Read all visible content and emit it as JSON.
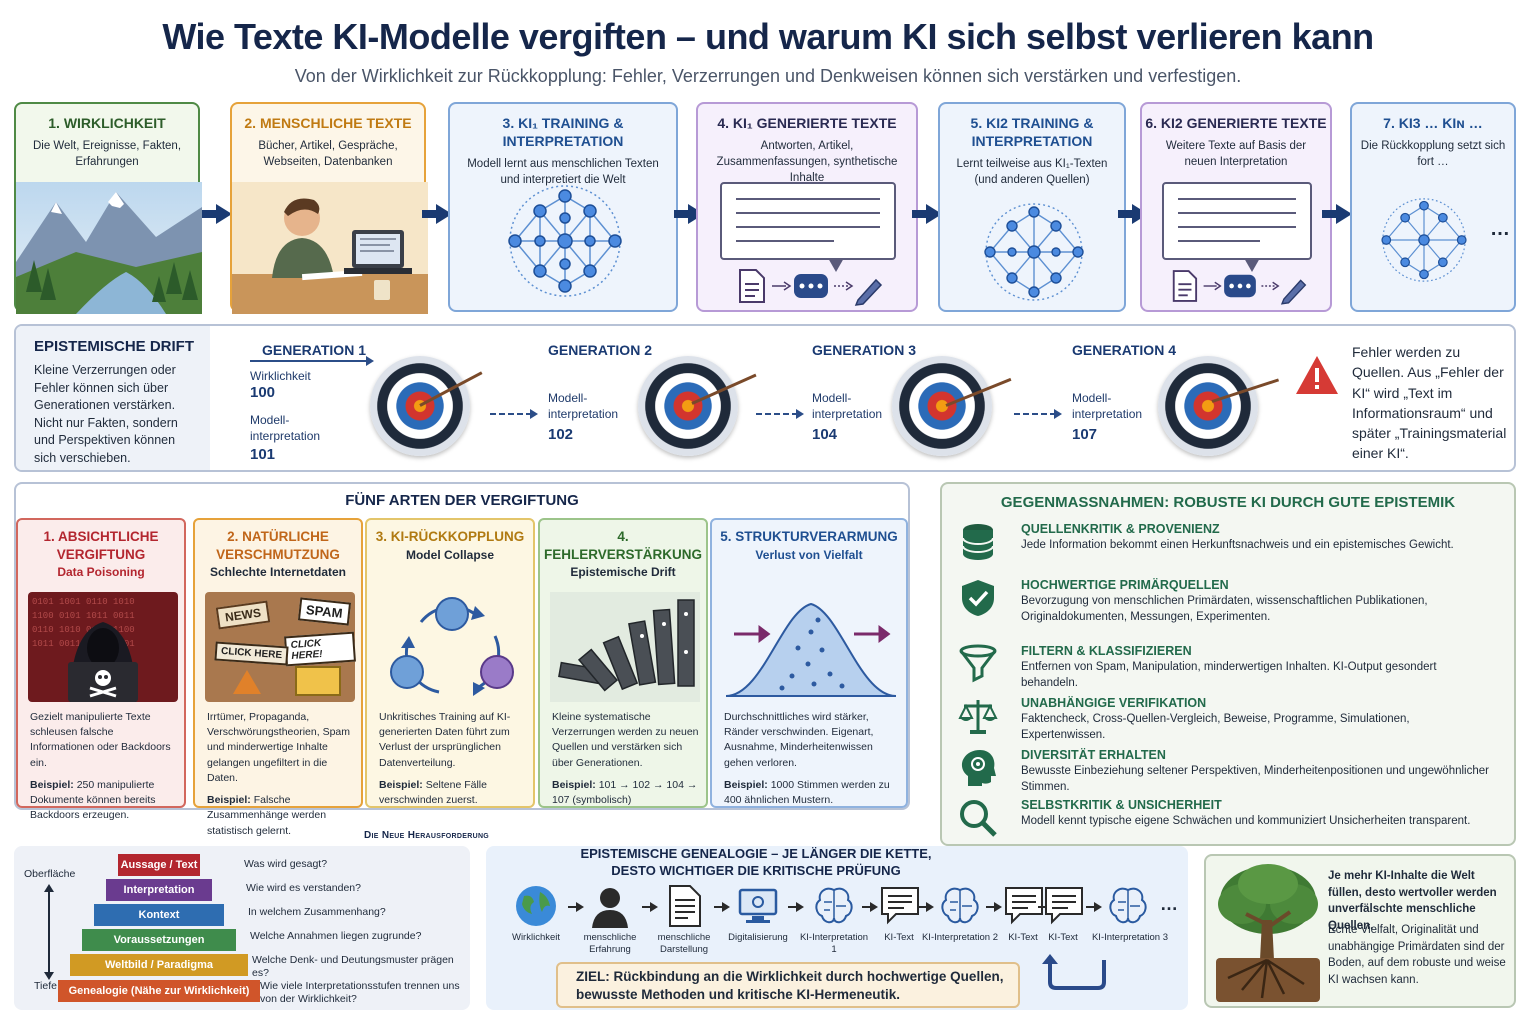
{
  "header": {
    "title": "Wie Texte KI-Modelle vergiften – und warum KI sich selbst verlieren kann",
    "subtitle": "Von der Wirklichkeit zur Rückkopplung: Fehler, Verzerrungen und Denkweisen können sich verstärken und verfestigen."
  },
  "chain": [
    {
      "title": "1. WIRKLICHKEIT",
      "text": "Die Welt, Ereignisse, Fakten, Erfahrungen"
    },
    {
      "title": "2. MENSCHLICHE TEXTE",
      "text": "Bücher, Artikel, Gespräche, Webseiten, Datenbanken"
    },
    {
      "title": "3. KI₁ TRAINING & INTERPRETATION",
      "text": "Modell lernt aus menschlichen Texten und interpretiert die Welt"
    },
    {
      "title": "4. KI₁ GENERIERTE TEXTE",
      "text": "Antworten, Artikel, Zusammenfassungen, synthetische Inhalte"
    },
    {
      "title": "5. KI2 TRAINING & INTERPRETATION",
      "text": "Lernt teilweise aus KI₁-Texten (und anderen Quellen)"
    },
    {
      "title": "6. KI2 GENERIERTE TEXTE",
      "text": "Weitere Texte auf Basis der neuen Interpretation"
    },
    {
      "title": "7. KI3 … KIɴ …",
      "text": "Die Rückkopplung setzt sich fort …",
      "ellipsis": "…"
    }
  ],
  "drift": {
    "title": "EPISTEMISCHE DRIFT",
    "text": "Kleine Verzerrungen oder Fehler können sich über Generationen verstärken. Nicht nur Fakten, sondern und Perspektiven können sich verschieben.",
    "generations": [
      {
        "title": "GENERATION 1",
        "label_a": "Wirklichkeit",
        "value_a": "100",
        "label_b": "Modell-interpretation",
        "value_b": "101"
      },
      {
        "title": "GENERATION 2",
        "label_b": "Modell-interpretation",
        "value_b": "102"
      },
      {
        "title": "GENERATION 3",
        "label_b": "Modell-interpretation",
        "value_b": "104"
      },
      {
        "title": "GENERATION 4",
        "label_b": "Modell-interpretation",
        "value_b": "107"
      }
    ],
    "warning": "Fehler werden zu Quellen. Aus „Fehler der KI“ wird „Text im Informationsraum“ und später „Trainingsmaterial einer KI“."
  },
  "five": {
    "title": "FÜNF ARTEN DER VERGIFTUNG",
    "cards": [
      {
        "title": "1. ABSICHTLICHE VERGIFTUNG",
        "sub": "Data Poisoning",
        "desc": "Gezielt manipulierte Texte schleusen falsche Informationen oder Backdoors ein.",
        "ex_label": "Beispiel:",
        "ex": "250 manipulierte Dokumente können bereits Backdoors erzeugen."
      },
      {
        "title": "2. NATÜRLICHE VERSCHMUTZUNG",
        "sub": "Schlechte Internetdaten",
        "desc": "Irrtümer, Propaganda, Verschwörungstheorien, Spam und minderwertige Inhalte gelangen ungefiltert in die Daten.",
        "ex_label": "Beispiel:",
        "ex": "Falsche Zusammenhänge werden statistisch gelernt."
      },
      {
        "title": "3. KI-RÜCKKOPPLUNG",
        "sub": "Model Collapse",
        "desc": "Unkritisches Training auf KI-generierten Daten führt zum Verlust der ursprünglichen Datenverteilung.",
        "ex_label": "Beispiel:",
        "ex": "Seltene Fälle verschwinden zuerst."
      },
      {
        "title": "4. FEHLERVERSTÄRKUNG",
        "sub": "Epistemische Drift",
        "desc": "Kleine systematische Verzerrungen werden zu neuen Quellen und verstärken sich über Generationen.",
        "ex_label": "Beispiel:",
        "ex": "101 → 102 → 104 → 107 (symbolisch)"
      },
      {
        "title": "5. STRUKTURVERARMUNG",
        "sub": "Verlust von Vielfalt",
        "desc": "Durchschnittliches wird stärker, Ränder verschwinden. Eigenart, Ausnahme, Minderheitenwissen gehen verloren.",
        "ex_label": "Beispiel:",
        "ex": "1000 Stimmen werden zu 400 ähnlichen Mustern."
      }
    ],
    "news_labels": [
      "NEWS",
      "SPAM",
      "CLICK HERE!",
      "CLICK HERE"
    ]
  },
  "counter": {
    "title": "GEGENMASSNAHMEN: ROBUSTE KI DURCH GUTE EPISTEMIK",
    "items": [
      {
        "icon": "database-icon",
        "title": "QUELLENKRITIK & PROVENIENZ",
        "text": "Jede Information bekommt einen Herkunftsnachweis und ein epistemisches Gewicht."
      },
      {
        "icon": "shield-check-icon",
        "title": "HOCHWERTIGE PRIMÄRQUELLEN",
        "text": "Bevorzugung von menschlichen Primärdaten, wissenschaftlichen Publikationen, Originaldokumenten, Messungen, Experimenten."
      },
      {
        "icon": "funnel-icon",
        "title": "FILTERN & KLASSIFIZIEREN",
        "text": "Entfernen von Spam, Manipulation, minderwertigen Inhalten. KI-Output gesondert behandeln."
      },
      {
        "icon": "scales-icon",
        "title": "UNABHÄNGIGE VERIFIKATION",
        "text": "Faktencheck, Cross-Quellen-Vergleich, Beweise, Programme, Simulationen, Expertenwissen."
      },
      {
        "icon": "head-icon",
        "title": "DIVERSITÄT ERHALTEN",
        "text": "Bewusste Einbeziehung seltener Perspektiven, Minderheitenpositionen und ungewöhnlicher Stimmen."
      },
      {
        "icon": "magnifier-icon",
        "title": "SELBSTKRITIK & UNSICHERHEIT",
        "text": "Modell kennt typische eigene Schwächen und kommuniziert Unsicherheiten transparent."
      }
    ]
  },
  "pyramid": {
    "heading": "Die Neue Herausforderung",
    "top_label": "Oberfläche",
    "bottom_label": "Tiefe",
    "layers": [
      {
        "label": "Aussage / Text",
        "question": "Was wird gesagt?",
        "color": "#b3262f"
      },
      {
        "label": "Interpretation",
        "question": "Wie wird es verstanden?",
        "color": "#6a3b8f"
      },
      {
        "label": "Kontext",
        "question": "In welchem Zusammenhang?",
        "color": "#2e6db1"
      },
      {
        "label": "Voraussetzungen",
        "question": "Welche Annahmen liegen zugrunde?",
        "color": "#3f8c4c"
      },
      {
        "label": "Weltbild / Paradigma",
        "question": "Welche Denk- und Deutungsmuster prägen es?",
        "color": "#d19a23"
      },
      {
        "label": "Genealogie (Nähe zur Wirklichkeit)",
        "question": "Wie viele Interpretationsstufen trennen uns von der Wirklichkeit?",
        "color": "#d0552a"
      }
    ]
  },
  "genealogy": {
    "title_line1": "EPISTEMISCHE GENEALOGIE – JE LÄNGER DIE KETTE,",
    "title_line2": "DESTO WICHTIGER DIE KRITISCHE PRÜFUNG",
    "steps": [
      "Wirklichkeit",
      "menschliche Erfahrung",
      "menschliche Darstellung",
      "Digitalisierung",
      "KI-Interpretation 1",
      "KI-Text",
      "KI-Interpretation 2",
      "KI-Text",
      "KI-Text",
      "KI-Interpretation 3"
    ],
    "ellipsis": "…",
    "goal_label": "ZIEL:",
    "goal_text": "Rückbindung an die Wirklichkeit durch hochwertige Quellen, bewusste Methoden und kritische KI-Hermeneutik."
  },
  "tree": {
    "bold_text": "Je mehr KI-Inhalte die Welt füllen, desto wertvoller werden unverfälschte menschliche Quellen.",
    "text": "Echte Vielfalt, Originalität und unabhängige Primärdaten sind der Boden, auf dem robuste und weise KI wachsen kann."
  },
  "colors": {
    "navy": "#15264a",
    "green_box": "#3b7a3e",
    "orange_box": "#e6a23a",
    "blue_box": "#7fa6d8",
    "purple_box": "#b79ad6",
    "red_card": "#c8453a",
    "counter_green": "#226a4b"
  }
}
